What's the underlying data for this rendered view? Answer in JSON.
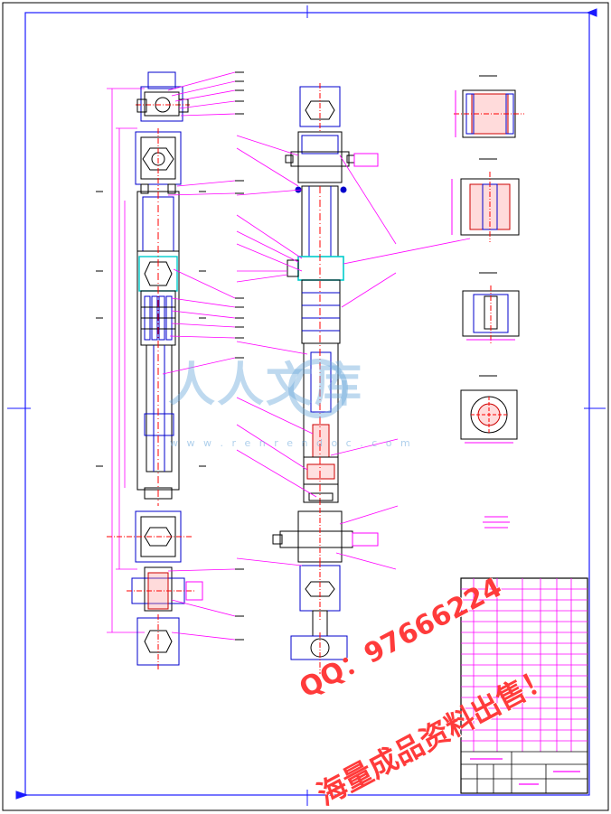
{
  "drawing": {
    "colors": {
      "frame": "#1a1aff",
      "line": "#000000",
      "part": "#0000cc",
      "dimension": "#ff00ff",
      "leader": "#ff00ff",
      "centerline": "#ff0000",
      "highlight": "#00cccc",
      "hatch": "#cc0000"
    },
    "views": [
      "front-view",
      "side-section-view",
      "section-a-a",
      "section-b-b",
      "section-c-c",
      "section-d-d"
    ]
  },
  "watermark": {
    "logo_text": "人人文库",
    "site": "w w w . r e n r e n d o c . c o m",
    "qq": "QQ：97666224",
    "sale": "海量成品资料出售！"
  }
}
